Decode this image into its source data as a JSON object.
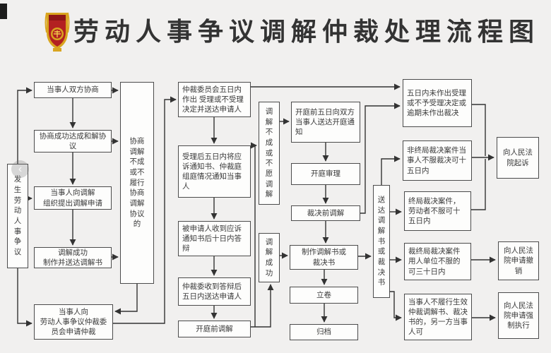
{
  "title": "劳动人事争议调解仲裁处理流程图",
  "overlay": {
    "back_glyph": "‹"
  },
  "colors": {
    "background": "#f1f0ef",
    "box_border": "#4b4b4b",
    "box_fill": "#fdfdfc",
    "line": "#333333",
    "badge_red": "#b32121",
    "badge_gold": "#d9a520",
    "title_color": "#333333"
  },
  "nodes": {
    "n1": "发生劳动人事争议",
    "n2": "当事人双方协商",
    "n3": "协商成功达成和解协议",
    "n4": "当事人向调解\n组织提出调解申请",
    "n5": "调解成功\n制作并送达调解书",
    "n6": "当事人向\n劳动人事争议仲裁委\n员会申请仲裁",
    "n7": "协商调解不成或不履行协商调解协议的",
    "n8": "仲裁委员会五日内\n作出 受理或不受理\n决定并送达申请人",
    "n9": "受理后五日内将应诉通知书、仲裁庭组庭情况通知当事人",
    "n10": "被申请人收到应诉通知书后十日内答辩",
    "n11": "仲裁委收到答辩后五日内送达申请人",
    "n12": "开庭前调解",
    "n13": "调解不成或不愿调解",
    "n14": "调解成功",
    "n15": "开庭前五日向双方当事人送达开庭通知",
    "n16": "开庭审理",
    "n17": "裁决前调解",
    "n18": "制作调解书或\n裁决书",
    "n19": "立卷",
    "n20": "归档",
    "n21": "送达调解书或裁决书",
    "n22": "五日内未作出受理或不予受理决定或逾期未作出裁决",
    "n23": "非终局裁决案件当事人不服裁决可十五日内",
    "n24": "终局裁决案件，劳动者不服可十五日内",
    "n25": "裁终局裁决案件\n用人单位不服的\n可三十日内",
    "n26": "当事人不履行生效\n仲裁调解书、裁决\n书的，另一方当事\n人可",
    "n27": "向人民法\n院起诉",
    "n28": "向人民法\n院申请撤\n销",
    "n29": "向人民法\n院申请强\n制执行"
  },
  "edges": [
    {
      "from": "n1",
      "to": "n2"
    },
    {
      "from": "n1",
      "to": "n4"
    },
    {
      "from": "n1",
      "to": "n6"
    },
    {
      "from": "n2",
      "to": "n3"
    },
    {
      "from": "n3",
      "to": "n4"
    },
    {
      "from": "n4",
      "to": "n5"
    },
    {
      "from": "n2",
      "to": "n7"
    },
    {
      "from": "n3",
      "to": "n7"
    },
    {
      "from": "n5",
      "to": "n7"
    },
    {
      "from": "n7",
      "to": "n6"
    },
    {
      "from": "n6",
      "to": "n8"
    },
    {
      "from": "n8",
      "to": "n9"
    },
    {
      "from": "n9",
      "to": "n10"
    },
    {
      "from": "n10",
      "to": "n11"
    },
    {
      "from": "n11",
      "to": "n12"
    },
    {
      "from": "n8",
      "to": "n22"
    },
    {
      "from": "n12",
      "to": "n13"
    },
    {
      "from": "n12",
      "to": "n14"
    },
    {
      "from": "n13",
      "to": "n15"
    },
    {
      "from": "n14",
      "to": "n18"
    },
    {
      "from": "n15",
      "to": "n16"
    },
    {
      "from": "n16",
      "to": "n17"
    },
    {
      "from": "n17",
      "to": "n18"
    },
    {
      "from": "n17",
      "to": "n22"
    },
    {
      "from": "n18",
      "to": "n19"
    },
    {
      "from": "n19",
      "to": "n20"
    },
    {
      "from": "n18",
      "to": "n21"
    },
    {
      "from": "n21",
      "to": "n23"
    },
    {
      "from": "n21",
      "to": "n24"
    },
    {
      "from": "n21",
      "to": "n25"
    },
    {
      "from": "n21",
      "to": "n26"
    },
    {
      "from": "n22",
      "to": "n27"
    },
    {
      "from": "n23",
      "to": "n27"
    },
    {
      "from": "n24",
      "to": "n27"
    },
    {
      "from": "n25",
      "to": "n28"
    },
    {
      "from": "n26",
      "to": "n29"
    }
  ]
}
